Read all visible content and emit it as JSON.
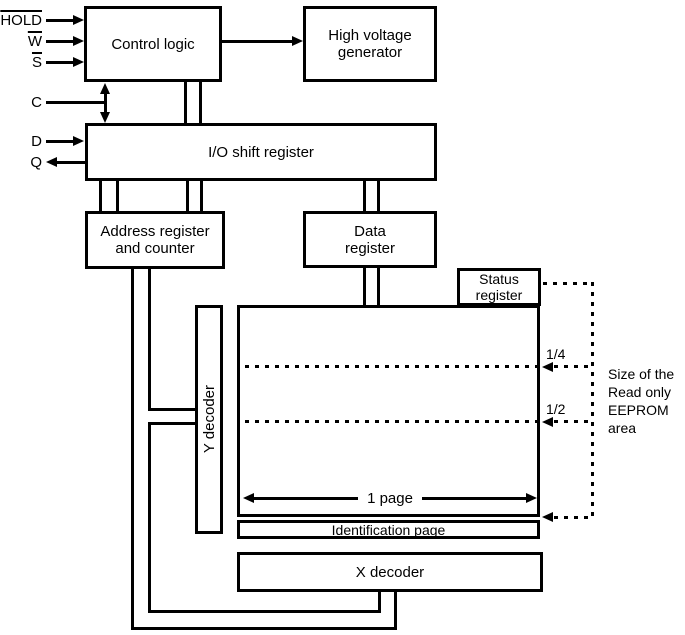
{
  "colors": {
    "line": "#000000",
    "background": "#ffffff",
    "text": "#000000"
  },
  "signals": {
    "hold": "HOLD",
    "w": "W",
    "s": "S",
    "c": "C",
    "d": "D",
    "q": "Q"
  },
  "blocks": {
    "control_logic": "Control logic",
    "high_voltage_generator": "High voltage\ngenerator",
    "io_shift_register": "I/O shift register",
    "address_register": "Address register\nand counter",
    "data_register": "Data\nregister",
    "status_register": "Status\nregister",
    "y_decoder": "Y decoder",
    "x_decoder": "X decoder",
    "identification_page": "Identification page"
  },
  "annotations": {
    "one_page": "1 page",
    "quarter_marker": "1/4",
    "half_marker": "1/2",
    "side_note": "Size of the\nRead only\nEEPROM\narea"
  }
}
